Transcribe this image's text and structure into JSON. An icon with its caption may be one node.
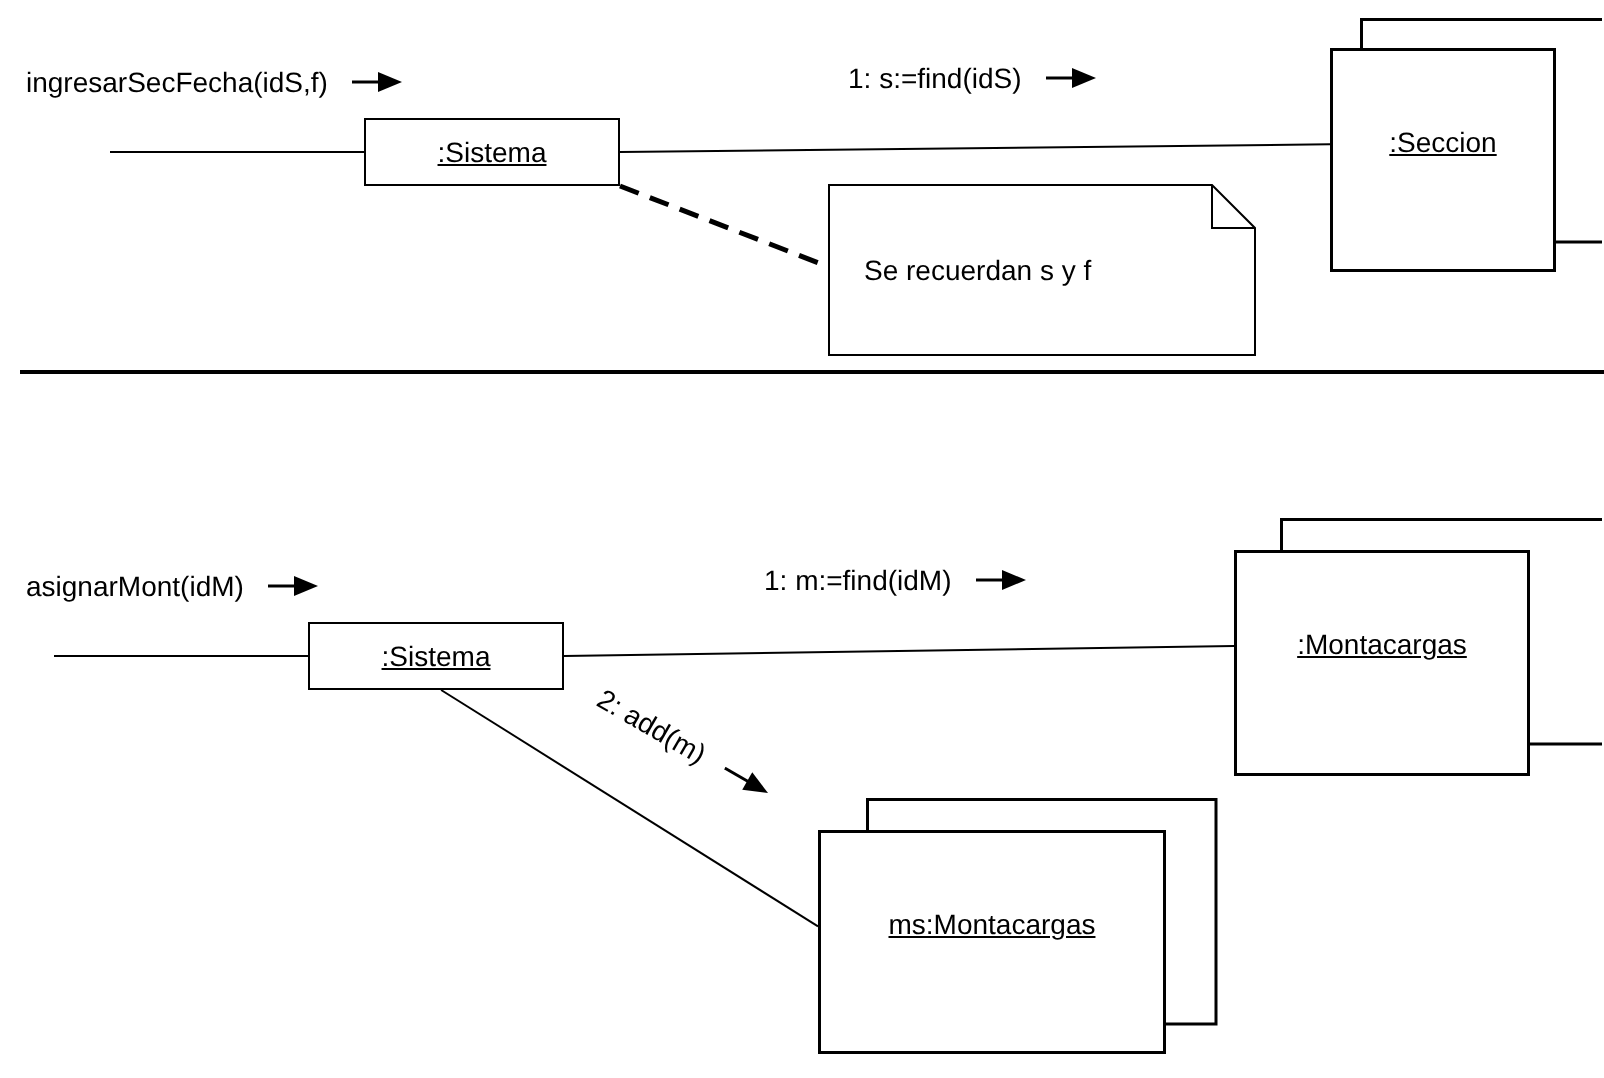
{
  "diagram": {
    "nodes": [
      {
        "text": [
          ":Sistema"
        ]
      },
      {
        "text": [
          ":Seccion"
        ]
      },
      {
        "text": [
          "Se recuerdan s y f"
        ]
      },
      {
        "text": [
          ":Sistema"
        ]
      },
      {
        "text": [
          ":Montacargas"
        ]
      },
      {
        "text": [
          "ms:Montacargas"
        ]
      }
    ],
    "edges": [
      {
        "from": null,
        "to": 0,
        "arrow": "none",
        "label": "ingresarSecFecha(idS,f)"
      },
      {
        "from": 0,
        "to": 1,
        "arrow": "none",
        "label": "1: s:=find(idS)"
      },
      {
        "from": 0,
        "to": 2,
        "arrow": "none",
        "style": "dashed"
      },
      {
        "from": null,
        "to": 3,
        "arrow": "none",
        "label": "asignarMont(idM)"
      },
      {
        "from": 3,
        "to": 4,
        "arrow": "none",
        "label": "1: m:=find(idM)"
      },
      {
        "from": 3,
        "to": 5,
        "arrow": "none",
        "label": "2: add(m)"
      }
    ]
  }
}
